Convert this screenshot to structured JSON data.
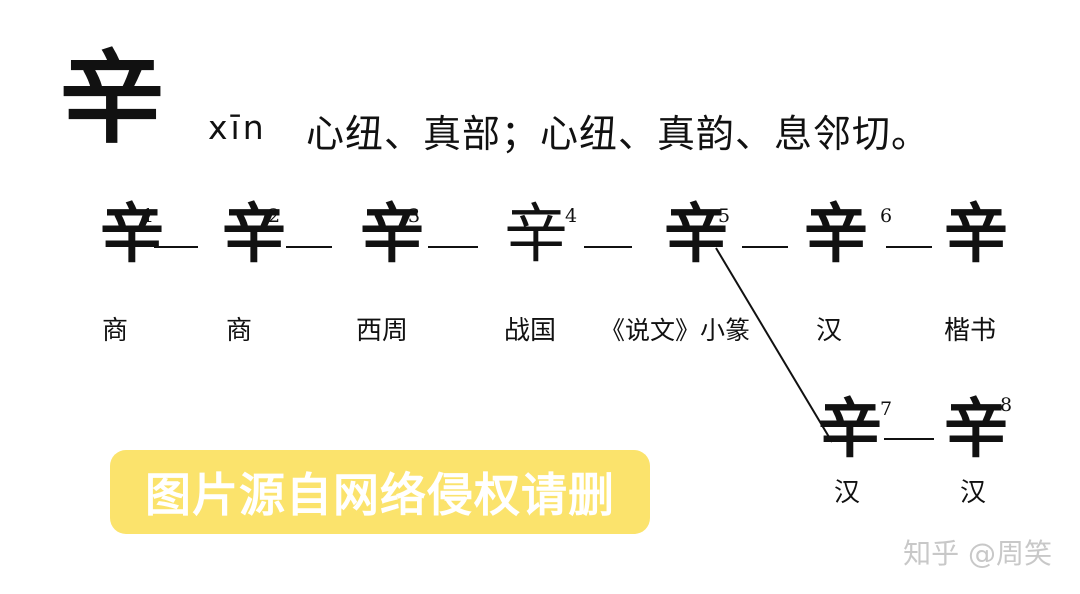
{
  "header": {
    "character": "辛",
    "pinyin": "xīn",
    "reading": "心纽、真部；心纽、真韵、息邻切。"
  },
  "evolution": {
    "forms": [
      {
        "char": "辛",
        "number": "1",
        "label": "商"
      },
      {
        "char": "辛",
        "number": "2",
        "label": "商"
      },
      {
        "char": "辛",
        "number": "3",
        "label": "西周"
      },
      {
        "char": "辛",
        "number": "4",
        "label": "战国"
      },
      {
        "char": "辛",
        "number": "5",
        "label": "《说文》小篆"
      },
      {
        "char": "辛",
        "number": "6",
        "label": "汉"
      },
      {
        "char": "辛",
        "number": "",
        "label": "楷书"
      }
    ],
    "branch_forms": [
      {
        "char": "辛",
        "number": "7",
        "label": "汉"
      },
      {
        "char": "辛",
        "number": "8",
        "label": "汉"
      }
    ]
  },
  "banner": {
    "text": "图片源自网络侵权请删",
    "color": "#fbe36c"
  },
  "watermark": {
    "text": "知乎 @周笑"
  }
}
